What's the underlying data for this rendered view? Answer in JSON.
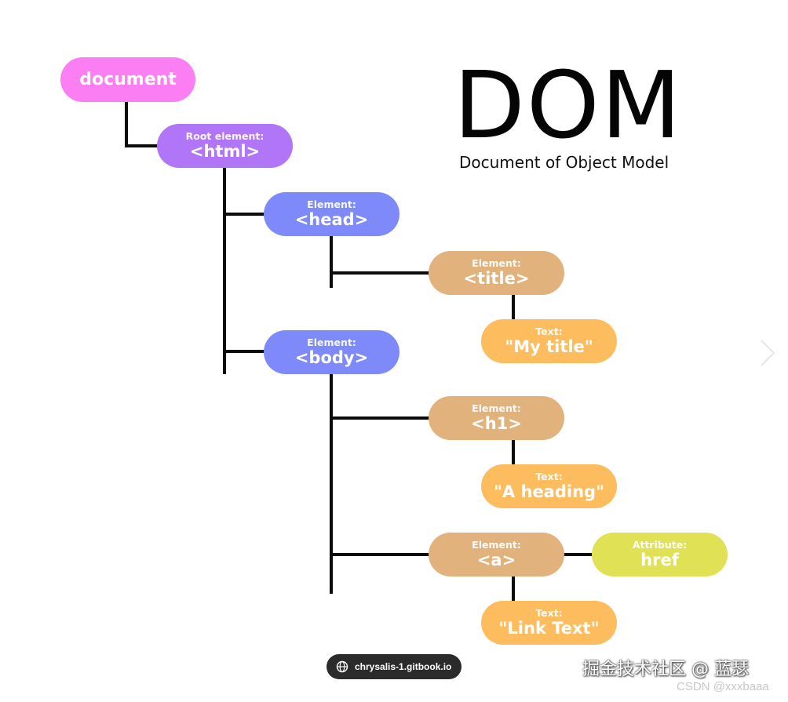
{
  "diagram": {
    "title": "DOM",
    "subtitle": "Document of Object Model",
    "nodes": {
      "document": {
        "value": "document"
      },
      "html": {
        "kind": "Root element:",
        "value": "<html>"
      },
      "head": {
        "kind": "Element:",
        "value": "<head>"
      },
      "title": {
        "kind": "Element:",
        "value": "<title>"
      },
      "title_text": {
        "kind": "Text:",
        "value": "\"My title\""
      },
      "body": {
        "kind": "Element:",
        "value": "<body>"
      },
      "h1": {
        "kind": "Element:",
        "value": "<h1>"
      },
      "h1_text": {
        "kind": "Text:",
        "value": "\"A heading\""
      },
      "a": {
        "kind": "Element:",
        "value": "<a>"
      },
      "a_attr": {
        "kind": "Attribute:",
        "value": "href"
      },
      "a_text": {
        "kind": "Text:",
        "value": "\"Link Text\""
      }
    },
    "colors": {
      "document": "#fb7ff2",
      "root_element": "#b175f7",
      "element_level1": "#7e8af9",
      "element_level2": "#e1b27c",
      "text": "#fdbd5e",
      "attribute": "#e1e156",
      "connector": "#0b0b0b"
    }
  },
  "overlay": {
    "source_label": "chrysalis-1.gitbook.io",
    "source_icon": "globe-icon",
    "next_icon": "chevron-right-icon",
    "watermark_juejin": "掘金技术社区 @ 蓝瑟",
    "watermark_csdn": "CSDN @xxxbaaa"
  }
}
